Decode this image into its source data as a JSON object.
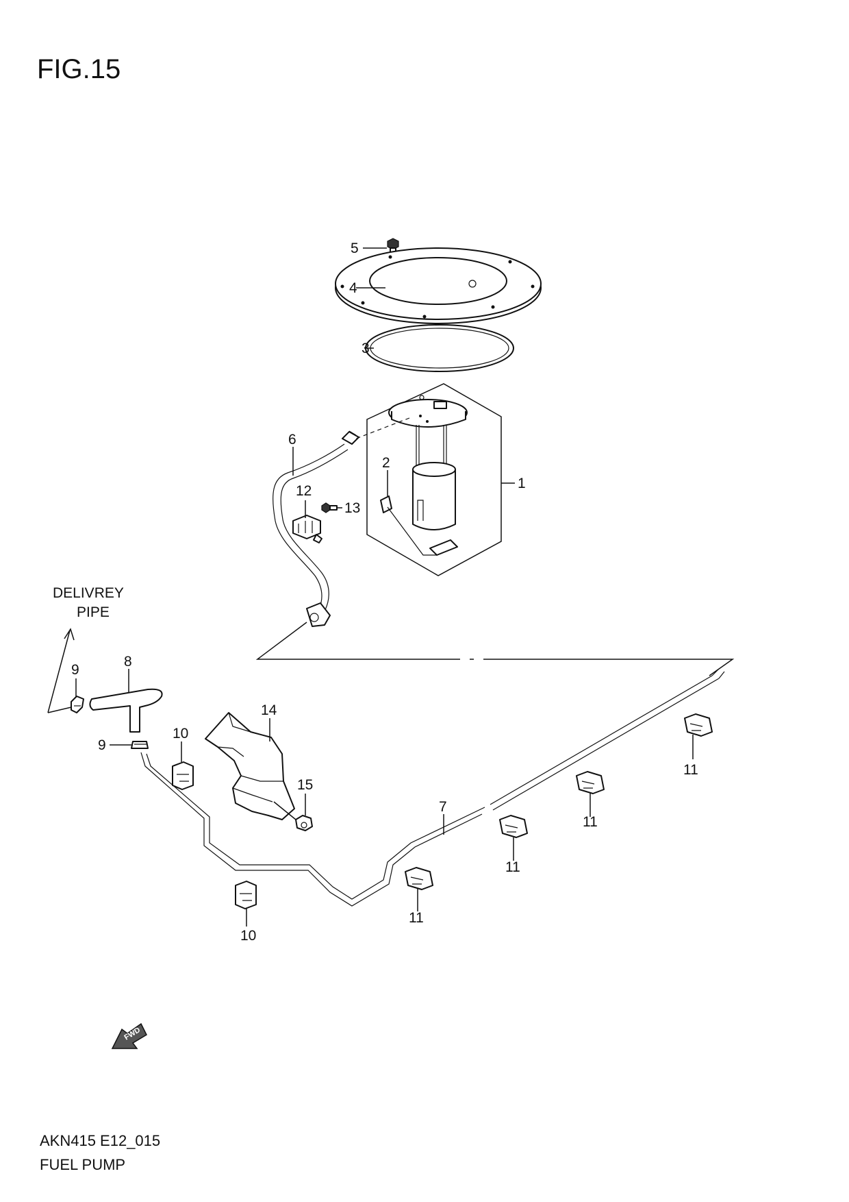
{
  "figure": {
    "title": "FIG.15",
    "code": "AKN415 E12_015",
    "name": "FUEL PUMP"
  },
  "callouts": [
    {
      "id": "c5",
      "text": "5"
    },
    {
      "id": "c4",
      "text": "4"
    },
    {
      "id": "c3",
      "text": "3"
    },
    {
      "id": "c6",
      "text": "6"
    },
    {
      "id": "c2",
      "text": "2"
    },
    {
      "id": "c1",
      "text": "1"
    },
    {
      "id": "c12",
      "text": "12"
    },
    {
      "id": "c13",
      "text": "13"
    },
    {
      "id": "c8",
      "text": "8"
    },
    {
      "id": "c9a",
      "text": "9"
    },
    {
      "id": "c9b",
      "text": "9"
    },
    {
      "id": "c14",
      "text": "14"
    },
    {
      "id": "c10a",
      "text": "10"
    },
    {
      "id": "c15",
      "text": "15"
    },
    {
      "id": "c7",
      "text": "7"
    },
    {
      "id": "c11a",
      "text": "11"
    },
    {
      "id": "c11b",
      "text": "11"
    },
    {
      "id": "c11c",
      "text": "11"
    },
    {
      "id": "c11d",
      "text": "11"
    },
    {
      "id": "c10b",
      "text": "10"
    }
  ],
  "delivery_note": {
    "line1": "DELIVREY",
    "line2": "PIPE"
  },
  "fwd_marker": {
    "text": "FWD",
    "icon": "fwd-arrow-icon"
  }
}
